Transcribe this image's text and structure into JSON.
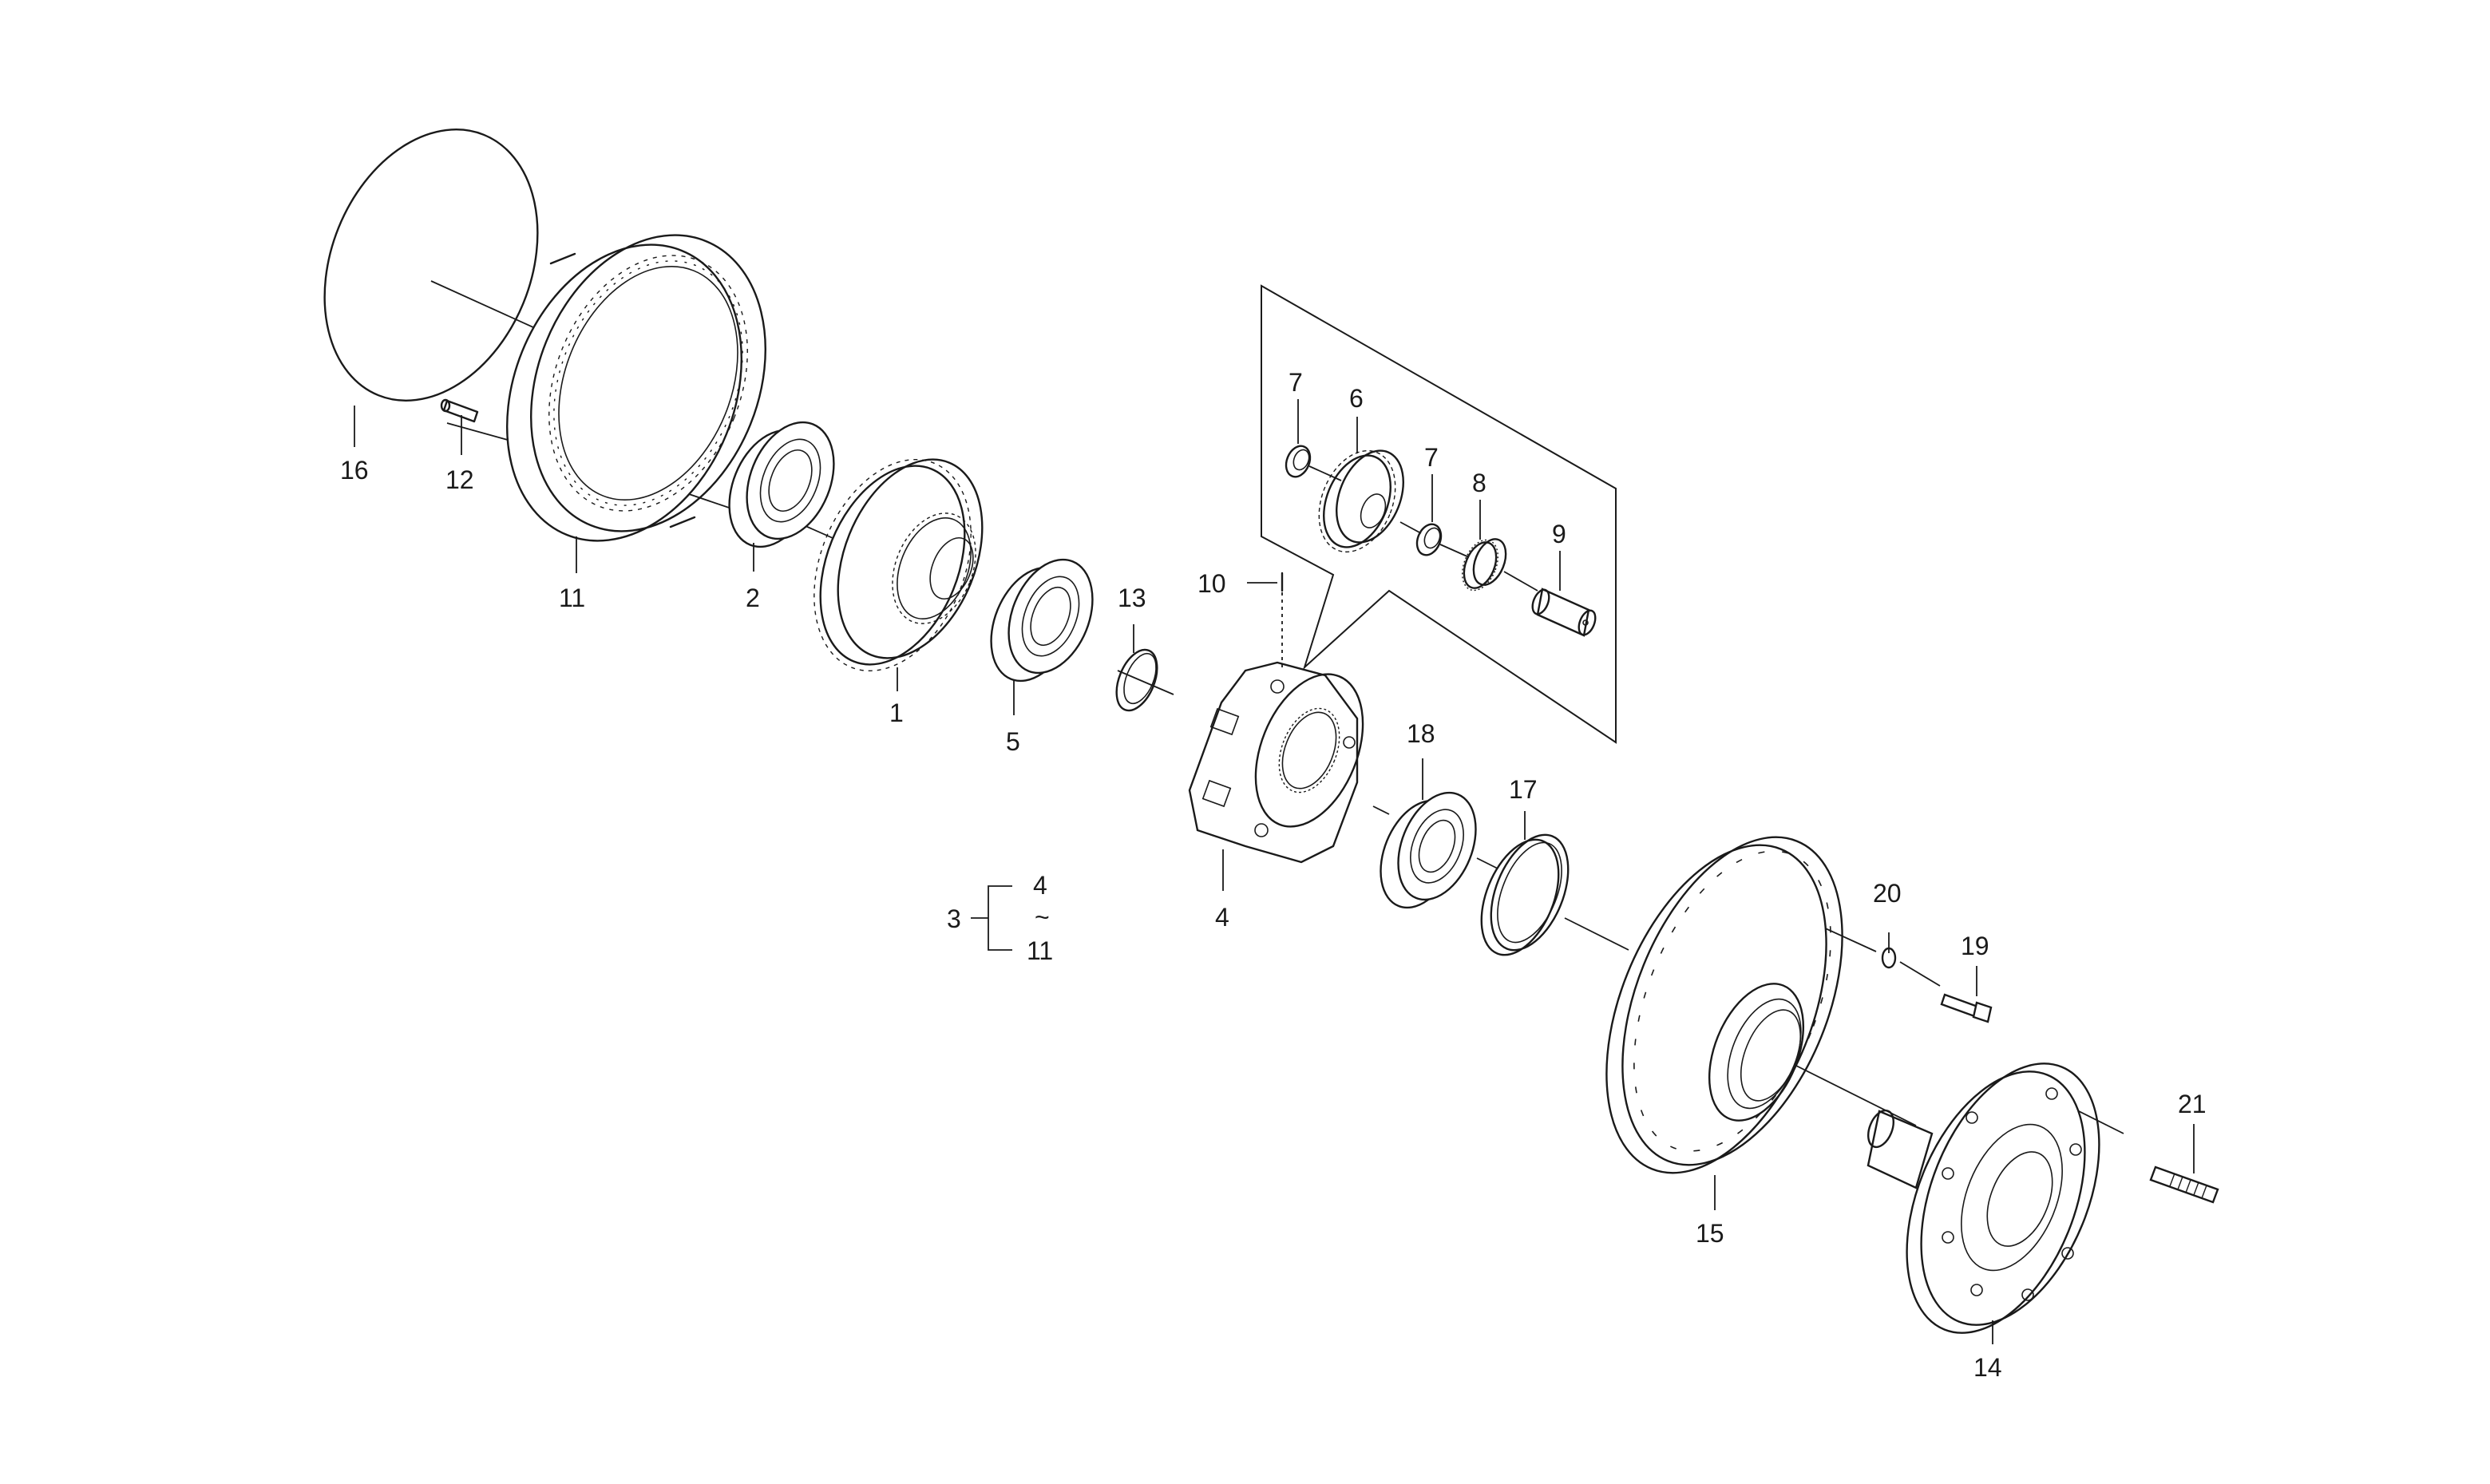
{
  "diagram": {
    "type": "exploded-parts-view",
    "callouts": {
      "p1": "1",
      "p2": "2",
      "p3": "3",
      "p4": "4",
      "p5": "5",
      "p6": "6",
      "p7": "7",
      "p8": "8",
      "p9": "9",
      "p10": "10",
      "p11": "11",
      "p12": "12",
      "p13": "13",
      "p14": "14",
      "p15": "15",
      "p16": "16",
      "p17": "17",
      "p18": "18",
      "p19": "19",
      "p20": "20",
      "p21": "21"
    },
    "assembly_group": {
      "label": "3",
      "range_start": "4",
      "range_separator": "~",
      "range_end": "11"
    }
  }
}
